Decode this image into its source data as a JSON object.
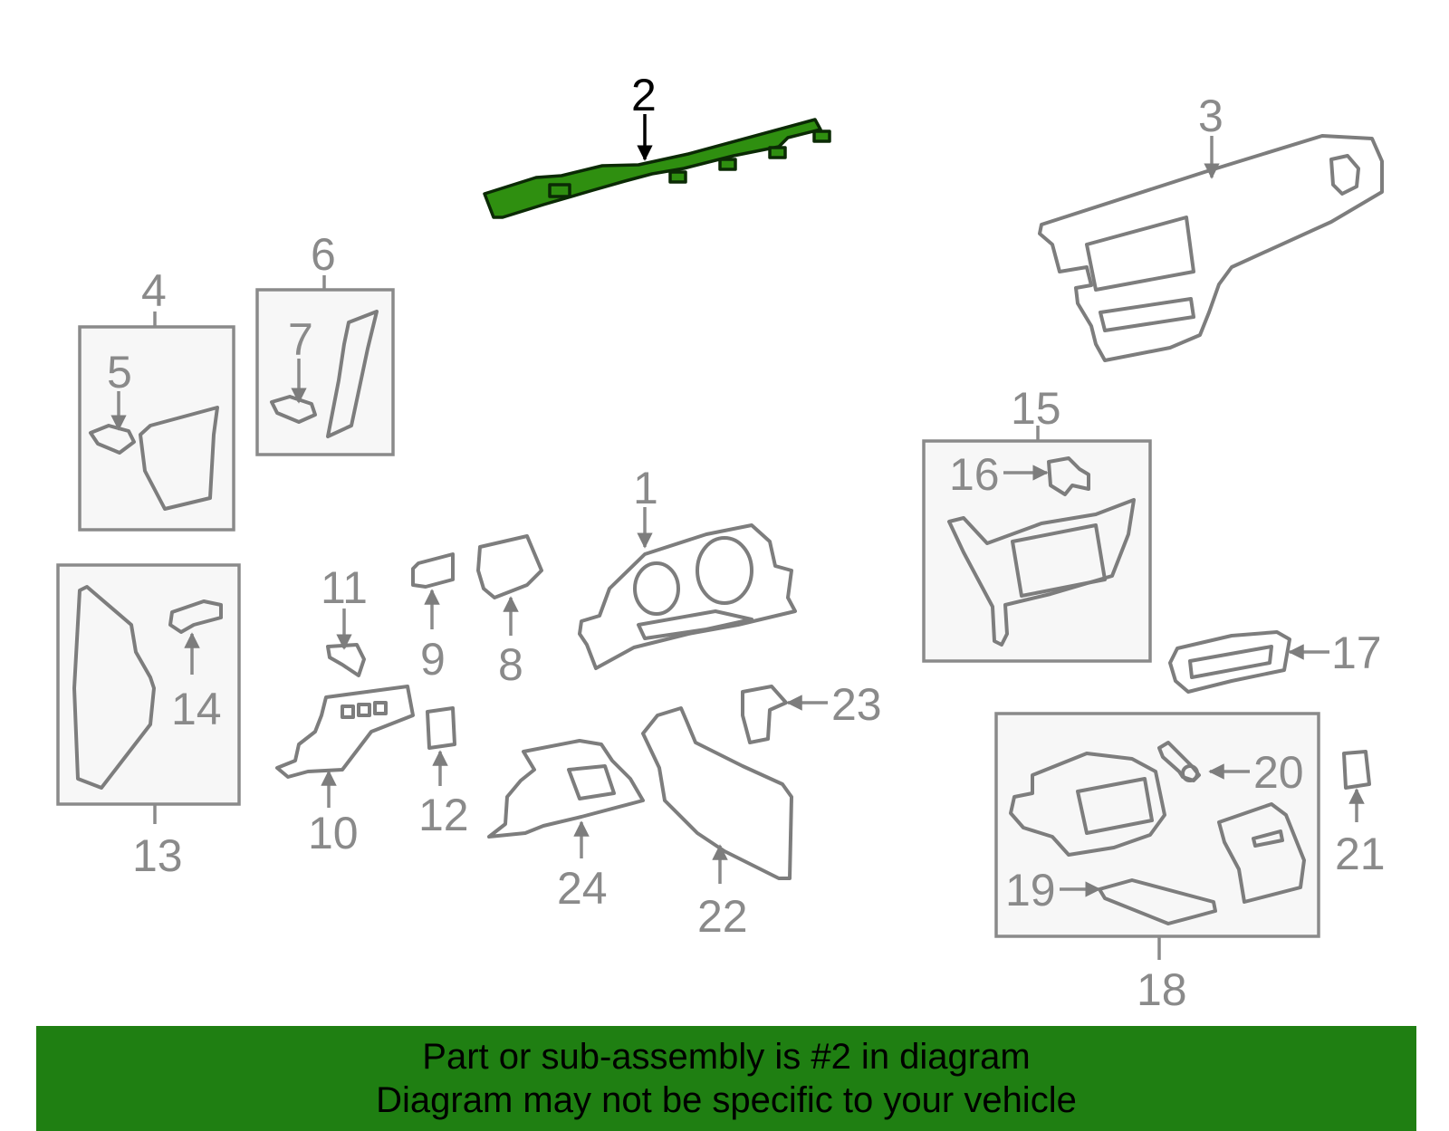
{
  "colors": {
    "highlight_fill": "#2f8f10",
    "banner_bg": "#1f7f12",
    "part_stroke": "#7d7d7d",
    "callout_text": "#8a8a8a"
  },
  "highlighted_part": "2",
  "callouts": {
    "c1": "1",
    "c2": "2",
    "c3": "3",
    "c4": "4",
    "c5": "5",
    "c6": "6",
    "c7": "7",
    "c8": "8",
    "c9": "9",
    "c10": "10",
    "c11": "11",
    "c12": "12",
    "c13": "13",
    "c14": "14",
    "c15": "15",
    "c16": "16",
    "c17": "17",
    "c18": "18",
    "c19": "19",
    "c20": "20",
    "c21": "21",
    "c22": "22",
    "c23": "23",
    "c24": "24"
  },
  "banner": {
    "line1": "Part or sub-assembly is #2 in diagram",
    "line2": "Diagram may not be specific to your vehicle"
  }
}
